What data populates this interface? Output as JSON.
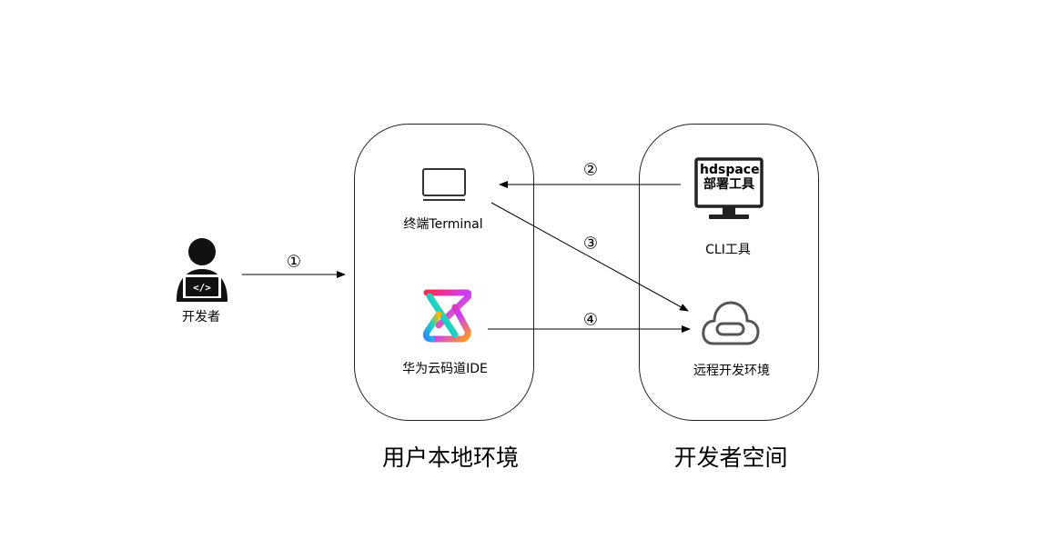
{
  "containers": {
    "local": {
      "caption": "用户本地环境"
    },
    "space": {
      "caption": "开发者空间"
    }
  },
  "nodes": {
    "developer": {
      "label": "开发者",
      "icon": "developer-laptop-icon"
    },
    "terminal": {
      "label": "终端Terminal",
      "icon": "monitor-icon"
    },
    "ide": {
      "label": "华为云码道IDE",
      "icon": "codearts-ide-logo"
    },
    "cli": {
      "label": "CLI工具",
      "screen_line1": "hdspace",
      "screen_line2": "部署工具",
      "icon": "desktop-monitor-icon"
    },
    "remote": {
      "label": "远程开发环境",
      "icon": "cloud-icon"
    }
  },
  "steps": [
    "①",
    "②",
    "③",
    "④"
  ],
  "colors": {
    "stroke": "#222222",
    "cloud": "#555555"
  }
}
